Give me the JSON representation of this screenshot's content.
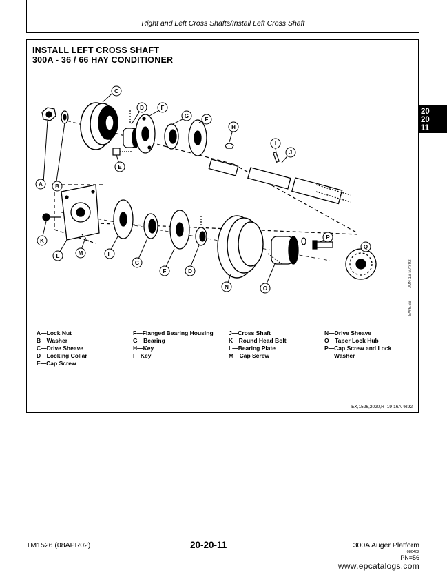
{
  "header": {
    "title": "Right and Left Cross Shafts/Install Left Cross Shaft"
  },
  "panel": {
    "title_line1": "INSTALL LEFT CROSS SHAFT",
    "title_line2": "300A - 36 / 66 HAY CONDITIONER",
    "figure_code": "EX,1526,2020,R -19-16APR92",
    "side_code_1": "JUN-16-MAY92",
    "side_code_2": "EW6.66"
  },
  "callouts": {
    "A": "A",
    "B": "B",
    "C": "C",
    "D": "D",
    "E": "E",
    "F": "F",
    "G": "G",
    "H": "H",
    "I": "I",
    "J": "J",
    "K": "K",
    "L": "L",
    "M": "M",
    "N": "N",
    "O": "O",
    "P": "P",
    "Q": "Q"
  },
  "legend": {
    "col1": [
      "A—Lock Nut",
      "B—Washer",
      "C—Drive Sheave",
      "D—Locking Collar",
      "E—Cap Screw"
    ],
    "col2": [
      "F—Flanged Bearing Housing",
      "G—Bearing",
      "H—Key",
      "I—Key"
    ],
    "col3": [
      "J—Cross Shaft",
      "K—Round Head Bolt",
      "L—Bearing Plate",
      "M—Cap Screw"
    ],
    "col4": [
      "N—Drive Sheave",
      "O—Taper Lock Hub",
      "P—Cap Screw and Lock",
      "Washer"
    ]
  },
  "tab": {
    "line1": "20",
    "line2": "20",
    "line3": "11"
  },
  "footer": {
    "left": "TM1526 (08APR02)",
    "center": "20-20-11",
    "right": "300A Auger Platform",
    "code": "080402",
    "pn": "PN=56",
    "watermark": "www.epcatalogs.com"
  }
}
